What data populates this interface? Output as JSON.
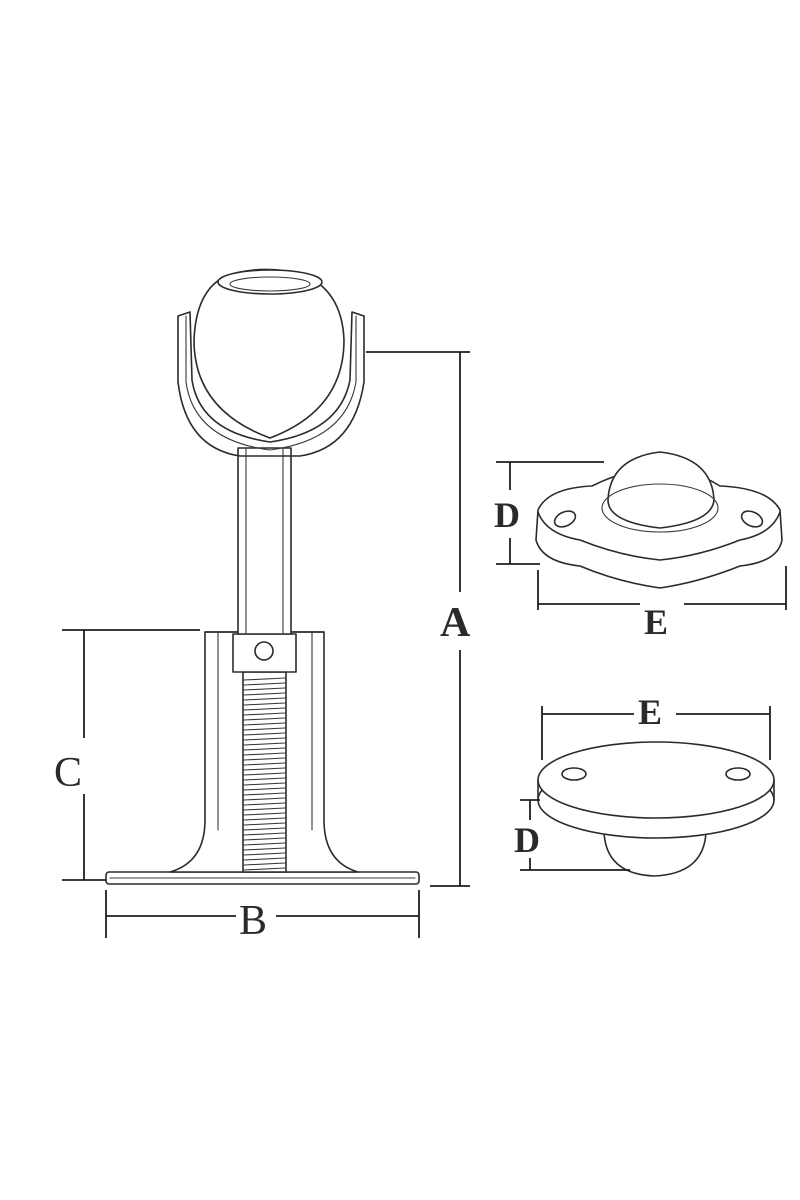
{
  "labels": {
    "A": "A",
    "B": "B",
    "C": "C",
    "D_upper": "D",
    "E_upper": "E",
    "E_lower": "E",
    "D_lower": "D"
  },
  "colors": {
    "line": "#2b2b2b",
    "background": "#ffffff"
  }
}
